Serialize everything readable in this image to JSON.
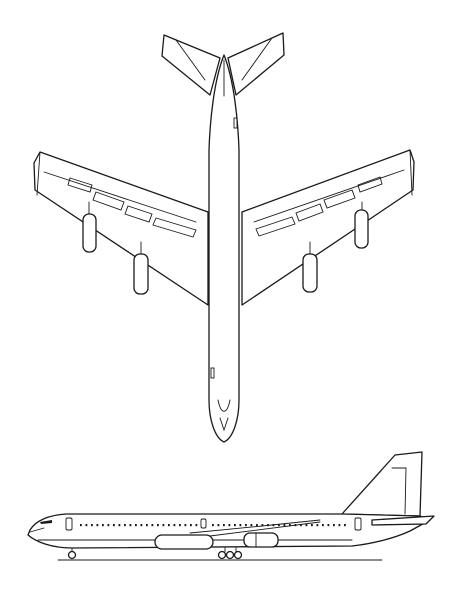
{
  "figure": {
    "kind": "aircraft-three-view",
    "views": [
      "plan",
      "side"
    ],
    "engine_count": 4,
    "colors": {
      "ink": "#1a1a1a",
      "paper": "#ffffff"
    }
  }
}
